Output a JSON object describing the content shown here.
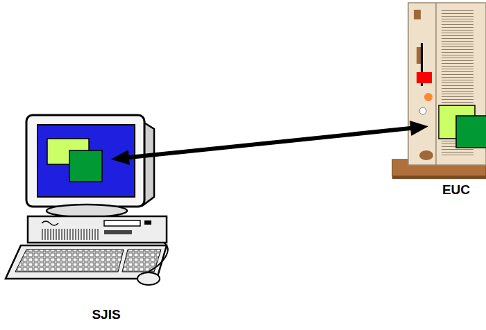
{
  "diagram": {
    "nodes": [
      {
        "text": [
          "SJIS"
        ]
      },
      {
        "text": [
          "EUC"
        ]
      }
    ],
    "edges": [
      {
        "from": 0,
        "to": 1,
        "arrow": "both"
      }
    ]
  }
}
